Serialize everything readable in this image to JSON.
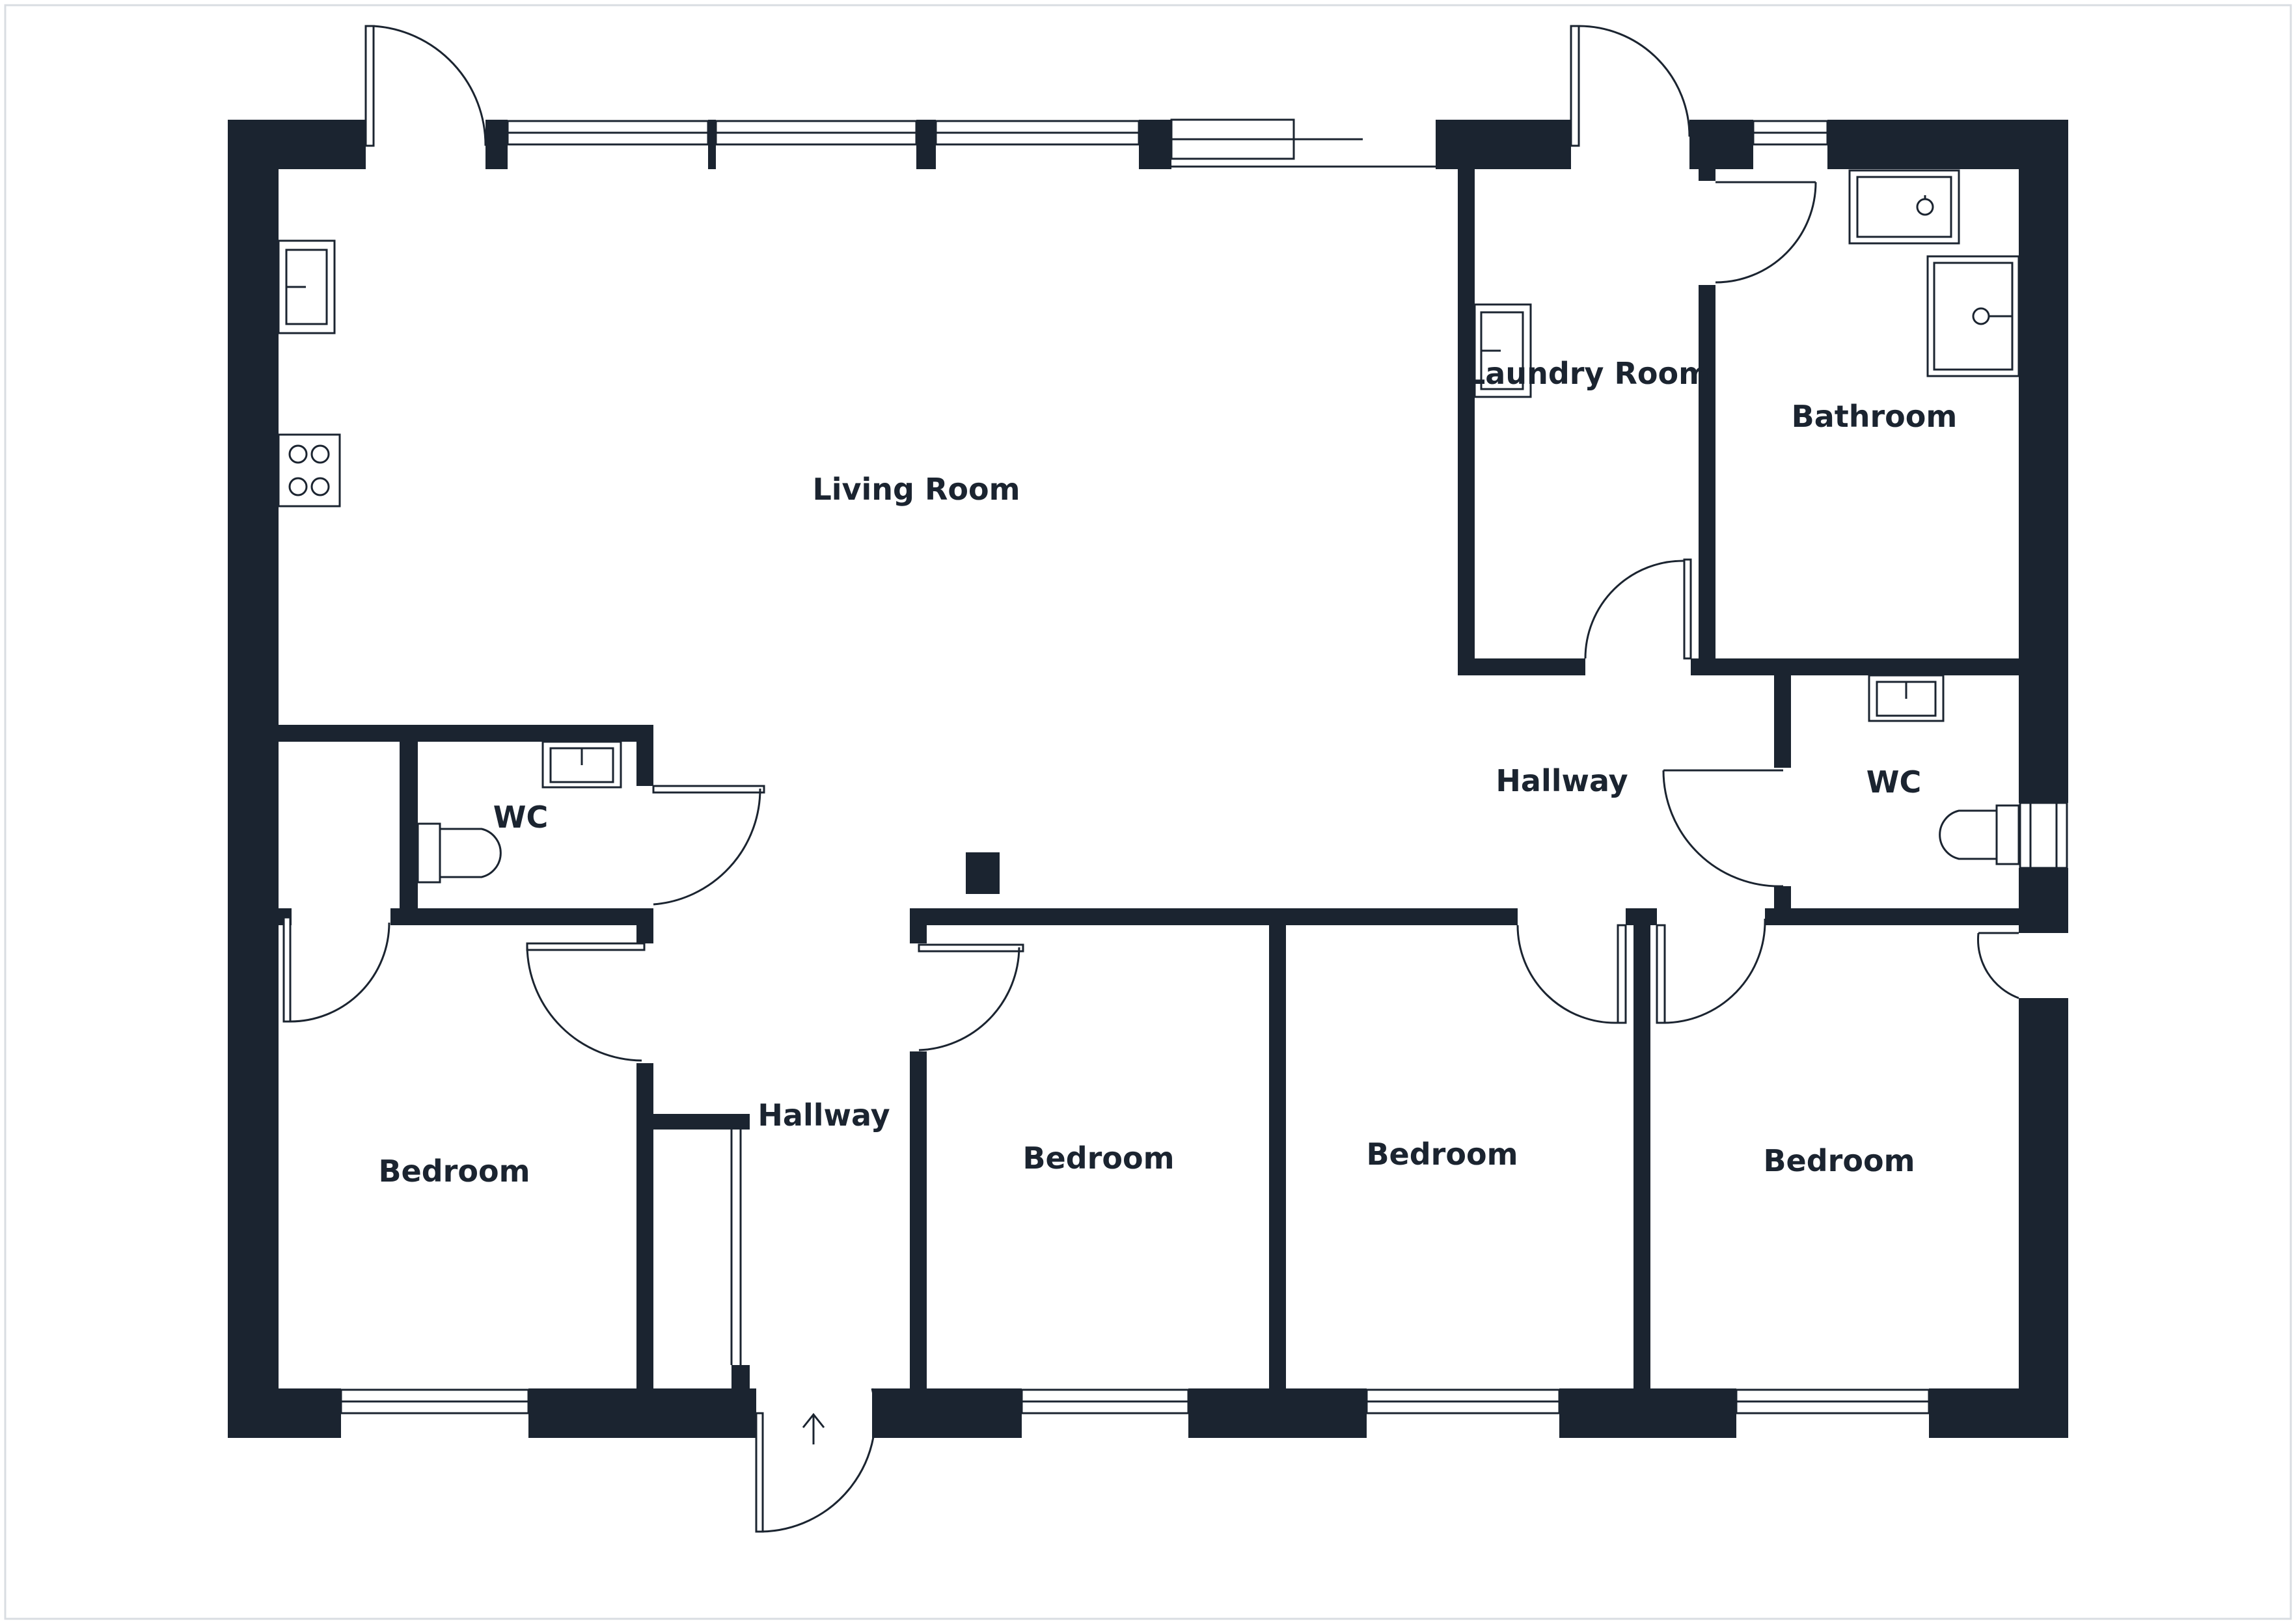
{
  "rooms": {
    "living_room": "Living Room",
    "laundry_room": "Laundry Room",
    "bathroom": "Bathroom",
    "wc_left": "WC",
    "wc_right": "WC",
    "hallway_upper": "Hallway",
    "hallway_lower": "Hallway",
    "bedroom_1": "Bedroom",
    "bedroom_2": "Bedroom",
    "bedroom_3": "Bedroom",
    "bedroom_4": "Bedroom"
  },
  "colors": {
    "wall": "#1b2430",
    "background": "#ffffff",
    "border": "#d9dde2"
  },
  "icons": {
    "entrance": "arrow-up-icon",
    "hob": "hob-icon",
    "sink": "sink-icon",
    "toilet": "toilet-icon",
    "bathtub": "bathtub-icon",
    "shower": "shower-icon"
  }
}
